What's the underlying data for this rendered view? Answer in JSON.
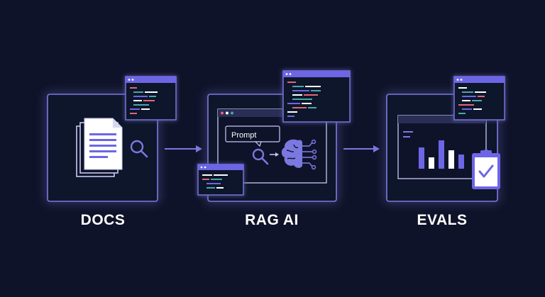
{
  "stages": [
    {
      "label": "DOCS"
    },
    {
      "label": "RAG AI"
    },
    {
      "label": "EVALS"
    }
  ],
  "rag": {
    "prompt_label": "Prompt"
  },
  "colors": {
    "background": "#0f1329",
    "panel_border": "#7b78e0",
    "accent_purple": "#6c66e6",
    "code_white": "#ffffff",
    "code_red": "#e0667a",
    "code_teal": "#49a7a8",
    "code_blue": "#6c66e6"
  },
  "icons": [
    "document-stack-icon",
    "magnifier-icon",
    "arrow-right-icon",
    "brain-circuit-icon",
    "bar-chart-icon",
    "clipboard-check-icon",
    "code-window-icon"
  ]
}
